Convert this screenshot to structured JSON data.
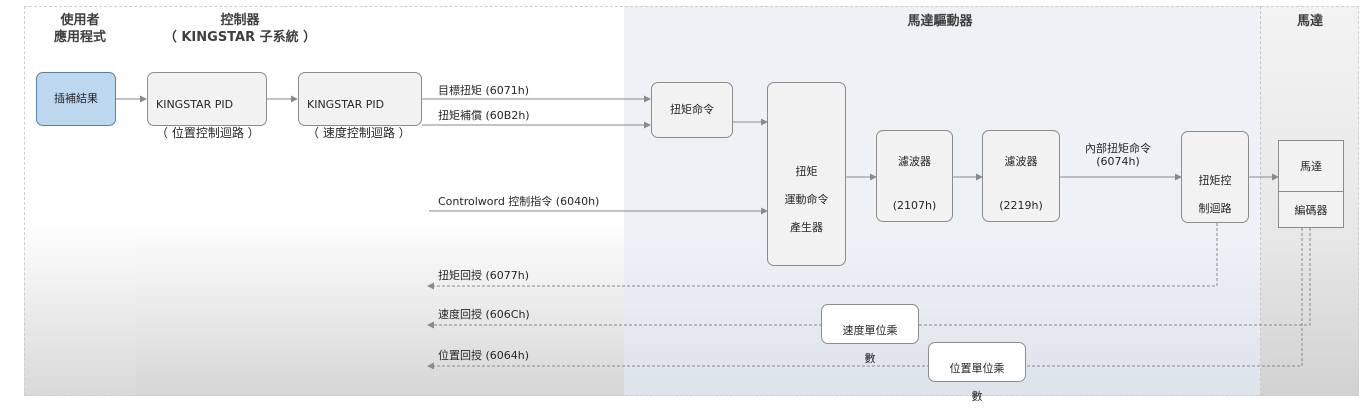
{
  "sections": {
    "user": [
      "使用者",
      "應用程式"
    ],
    "controller": [
      "控制器",
      "（ KINGSTAR 子系統 ）"
    ],
    "drive": "馬達驅動器",
    "motor": "馬達"
  },
  "blocks": {
    "interp": "插補結果",
    "pos_pid": [
      "KINGSTAR PID",
      "（ 位置控制迴路 ）"
    ],
    "vel_pid": [
      "KINGSTAR PID",
      "（ 速度控制迴路 ）"
    ],
    "torque_cmd": "扭矩命令",
    "motion_gen": [
      "扭矩",
      "運動命令",
      "產生器"
    ],
    "filter1": [
      "濾波器",
      "(2107h)"
    ],
    "filter2": [
      "濾波器",
      "(2219h)"
    ],
    "torque_loop": [
      "扭矩控",
      "制迴路"
    ],
    "motor": "馬達",
    "encoder": "編碼器",
    "vel_unit": [
      "速度單位乘",
      "數"
    ],
    "pos_unit": [
      "位置單位乘",
      "數"
    ]
  },
  "signals": {
    "target_torque": "目標扭矩 (6071h)",
    "torque_offset": "扭矩補償 (60B2h)",
    "controlword": "Controlword 控制指令 (6040h)",
    "internal_torque": [
      "內部扭矩命令",
      "(6074h)"
    ],
    "torque_fb": "扭矩回授 (6077h)",
    "velocity_fb": "速度回授 (606Ch)",
    "position_fb": "位置回授 (6064h)"
  }
}
